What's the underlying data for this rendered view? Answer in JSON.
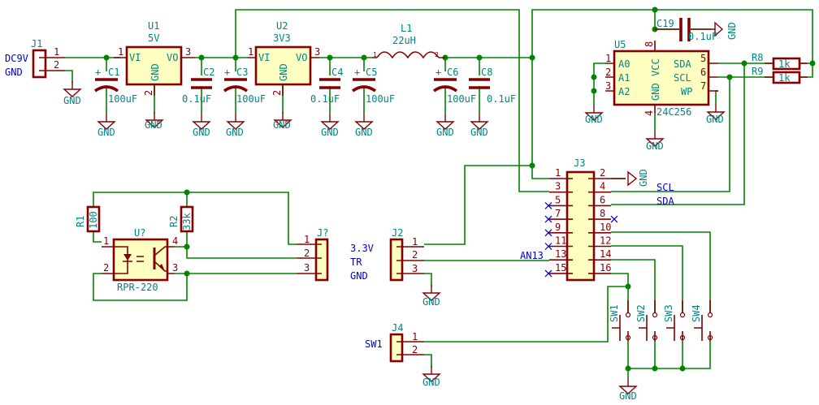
{
  "colors": {
    "wire": "#008400",
    "part": "#840000",
    "body_fill": "#ffffc2",
    "ref_text": "#008484",
    "label_text": "#0000c8",
    "pin_text": "#840000"
  },
  "gnd": "GND",
  "j1": {
    "ref": "J1",
    "labels": [
      "DC9V",
      "GND"
    ],
    "pins": [
      "1",
      "2"
    ]
  },
  "u1": {
    "ref": "U1",
    "value": "5V",
    "pin_vi": "VI",
    "pin_vo": "VO",
    "pin_gnd": "GND",
    "pins": [
      "1",
      "3",
      "2"
    ]
  },
  "u2": {
    "ref": "U2",
    "value": "3V3",
    "pin_vi": "VI",
    "pin_vo": "VO",
    "pin_gnd": "GND",
    "pins": [
      "1",
      "3",
      "2"
    ]
  },
  "caps": [
    {
      "ref": "C1",
      "value": "100uF",
      "polarized": true
    },
    {
      "ref": "C2",
      "value": "0.1uF",
      "polarized": false
    },
    {
      "ref": "C3",
      "value": "100uF",
      "polarized": true
    },
    {
      "ref": "C4",
      "value": "0.1uF",
      "polarized": false
    },
    {
      "ref": "C5",
      "value": "100uF",
      "polarized": true
    },
    {
      "ref": "C6",
      "value": "100uF",
      "polarized": true
    },
    {
      "ref": "C8",
      "value": "0.1uF",
      "polarized": false
    }
  ],
  "plus": "+",
  "l1": {
    "ref": "L1",
    "value": "22uH",
    "pins": [
      "1",
      "2"
    ]
  },
  "u5": {
    "ref": "U5",
    "value": "24C256",
    "pins_left": [
      {
        "num": "1",
        "name": "A0"
      },
      {
        "num": "2",
        "name": "A1"
      },
      {
        "num": "3",
        "name": "A2"
      }
    ],
    "pins_right": [
      {
        "num": "5",
        "name": "SDA"
      },
      {
        "num": "6",
        "name": "SCL"
      },
      {
        "num": "7",
        "name": "WP"
      }
    ],
    "vcc": {
      "num": "8",
      "name": "VCC"
    },
    "gndp": {
      "num": "4",
      "name": "GND"
    }
  },
  "c19": {
    "ref": "C19",
    "value": "0.1uF"
  },
  "r8": {
    "ref": "R8",
    "value": "1k"
  },
  "r9": {
    "ref": "R9",
    "value": "1k"
  },
  "j3": {
    "ref": "J3",
    "left_pins": [
      "1",
      "3",
      "5",
      "7",
      "9",
      "11",
      "13",
      "15"
    ],
    "right_pins": [
      "2",
      "4",
      "6",
      "8",
      "10",
      "12",
      "14",
      "16"
    ],
    "net_scl": "SCL",
    "net_sda": "SDA",
    "net_an13": "AN13"
  },
  "r1": {
    "ref": "R1",
    "value": "100"
  },
  "r2": {
    "ref": "R2",
    "value": "33k"
  },
  "uopto": {
    "ref": "U?",
    "value": "RPR-220",
    "pins": [
      "1",
      "2",
      "4",
      "3"
    ]
  },
  "jq": {
    "ref": "J?",
    "pins": [
      "1",
      "2",
      "3"
    ]
  },
  "j2": {
    "ref": "J2",
    "labels": [
      "3.3V",
      "TR",
      "GND"
    ],
    "pins": [
      "1",
      "2",
      "3"
    ]
  },
  "j4": {
    "ref": "J4",
    "labels": [
      "SW1"
    ],
    "pins": [
      "1",
      "2"
    ]
  },
  "switches": [
    {
      "ref": "SW1"
    },
    {
      "ref": "SW2"
    },
    {
      "ref": "SW3"
    },
    {
      "ref": "SW4"
    }
  ]
}
